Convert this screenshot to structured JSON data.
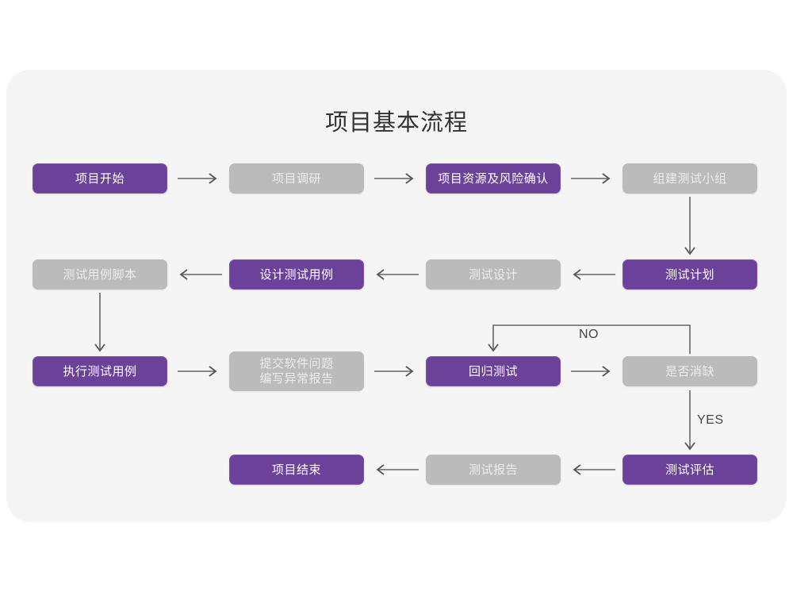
{
  "diagram": {
    "title": "项目基本流程",
    "colors": {
      "purple": "#6B4199",
      "gray": "#BBBBBB",
      "panel": "#F5F5F5",
      "page": "#FFFFFF",
      "connector": "#666666",
      "title_text": "#333333"
    },
    "nodes": [
      {
        "id": "n1",
        "label": "项目开始",
        "style": "purple"
      },
      {
        "id": "n2",
        "label": "项目调研",
        "style": "gray"
      },
      {
        "id": "n3",
        "label": "项目资源及风险确认",
        "style": "purple"
      },
      {
        "id": "n4",
        "label": "组建测试小组",
        "style": "gray"
      },
      {
        "id": "n5",
        "label": "测试用例脚本",
        "style": "gray"
      },
      {
        "id": "n6",
        "label": "设计测试用例",
        "style": "purple"
      },
      {
        "id": "n7",
        "label": "测试设计",
        "style": "gray"
      },
      {
        "id": "n8",
        "label": "测试计划",
        "style": "purple"
      },
      {
        "id": "n9",
        "label": "执行测试用例",
        "style": "purple"
      },
      {
        "id": "n10",
        "label": "提交软件问题\n编写异常报告",
        "style": "gray"
      },
      {
        "id": "n11",
        "label": "回归测试",
        "style": "purple"
      },
      {
        "id": "n12",
        "label": "是否消缺",
        "style": "gray"
      },
      {
        "id": "n13",
        "label": "项目结束",
        "style": "purple"
      },
      {
        "id": "n14",
        "label": "测试报告",
        "style": "gray"
      },
      {
        "id": "n15",
        "label": "测试评估",
        "style": "purple"
      }
    ],
    "edge_labels": {
      "no": "NO",
      "yes": "YES"
    },
    "edges": [
      {
        "from": "n1",
        "to": "n2",
        "direction": "right"
      },
      {
        "from": "n2",
        "to": "n3",
        "direction": "right"
      },
      {
        "from": "n3",
        "to": "n4",
        "direction": "right"
      },
      {
        "from": "n4",
        "to": "n8",
        "direction": "down"
      },
      {
        "from": "n8",
        "to": "n7",
        "direction": "left"
      },
      {
        "from": "n7",
        "to": "n6",
        "direction": "left"
      },
      {
        "from": "n6",
        "to": "n5",
        "direction": "left"
      },
      {
        "from": "n5",
        "to": "n9",
        "direction": "down"
      },
      {
        "from": "n9",
        "to": "n10",
        "direction": "right"
      },
      {
        "from": "n10",
        "to": "n11",
        "direction": "right"
      },
      {
        "from": "n11",
        "to": "n12",
        "direction": "right"
      },
      {
        "from": "n12",
        "to": "n11",
        "direction": "loop-up",
        "label": "NO"
      },
      {
        "from": "n12",
        "to": "n15",
        "direction": "down",
        "label": "YES"
      },
      {
        "from": "n15",
        "to": "n14",
        "direction": "left"
      },
      {
        "from": "n14",
        "to": "n13",
        "direction": "left"
      }
    ]
  }
}
